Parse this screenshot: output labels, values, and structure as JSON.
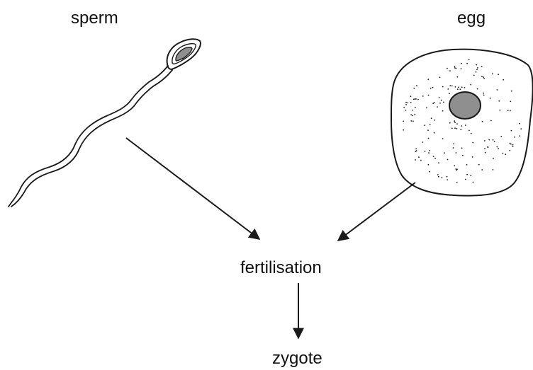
{
  "labels": {
    "sperm": "sperm",
    "egg": "egg",
    "fertilisation": "fertilisation",
    "zygote": "zygote"
  },
  "colors": {
    "line": "#1a1a1a",
    "nucleus_fill": "#8f8f8f",
    "background": "#ffffff"
  },
  "icons": {
    "sperm": "sperm-cell-drawing",
    "egg": "egg-cell-drawing"
  }
}
